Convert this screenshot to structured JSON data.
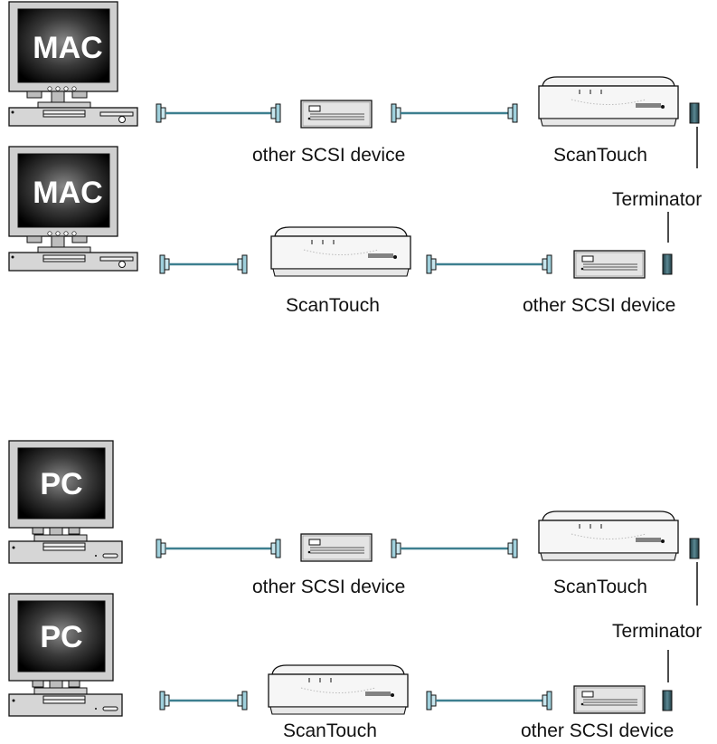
{
  "computers": {
    "mac": "MAC",
    "pc": "PC"
  },
  "labels": {
    "other_device": "other SCSI device",
    "scanner": "ScanTouch",
    "terminator": "Terminator"
  },
  "colors": {
    "cable": "#3d7f8f",
    "connector": "#9fd0dc",
    "terminator": "#2c4a52",
    "outline": "#111111"
  }
}
